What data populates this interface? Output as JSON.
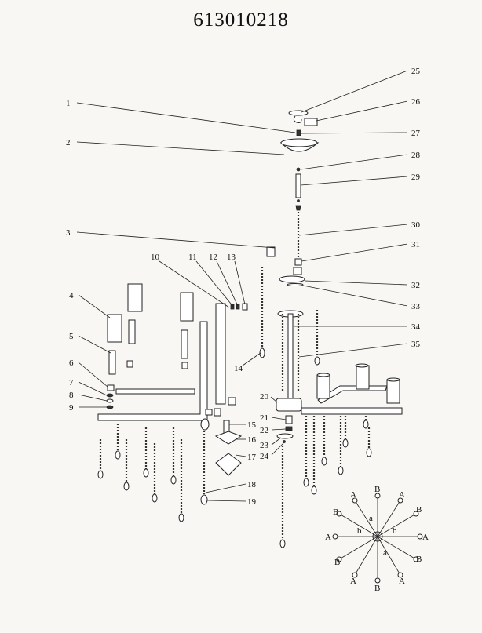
{
  "title": "613010218",
  "callouts": [
    "1",
    "2",
    "3",
    "4",
    "5",
    "6",
    "7",
    "8",
    "9",
    "10",
    "11",
    "12",
    "13",
    "14",
    "15",
    "16",
    "17",
    "18",
    "19",
    "20",
    "21",
    "22",
    "23",
    "24",
    "25",
    "26",
    "27",
    "28",
    "29",
    "30",
    "31",
    "32",
    "33",
    "34",
    "35"
  ],
  "top_view_labels": {
    "a": "A",
    "b": "B",
    "a_small": "a",
    "b_small": "b"
  }
}
